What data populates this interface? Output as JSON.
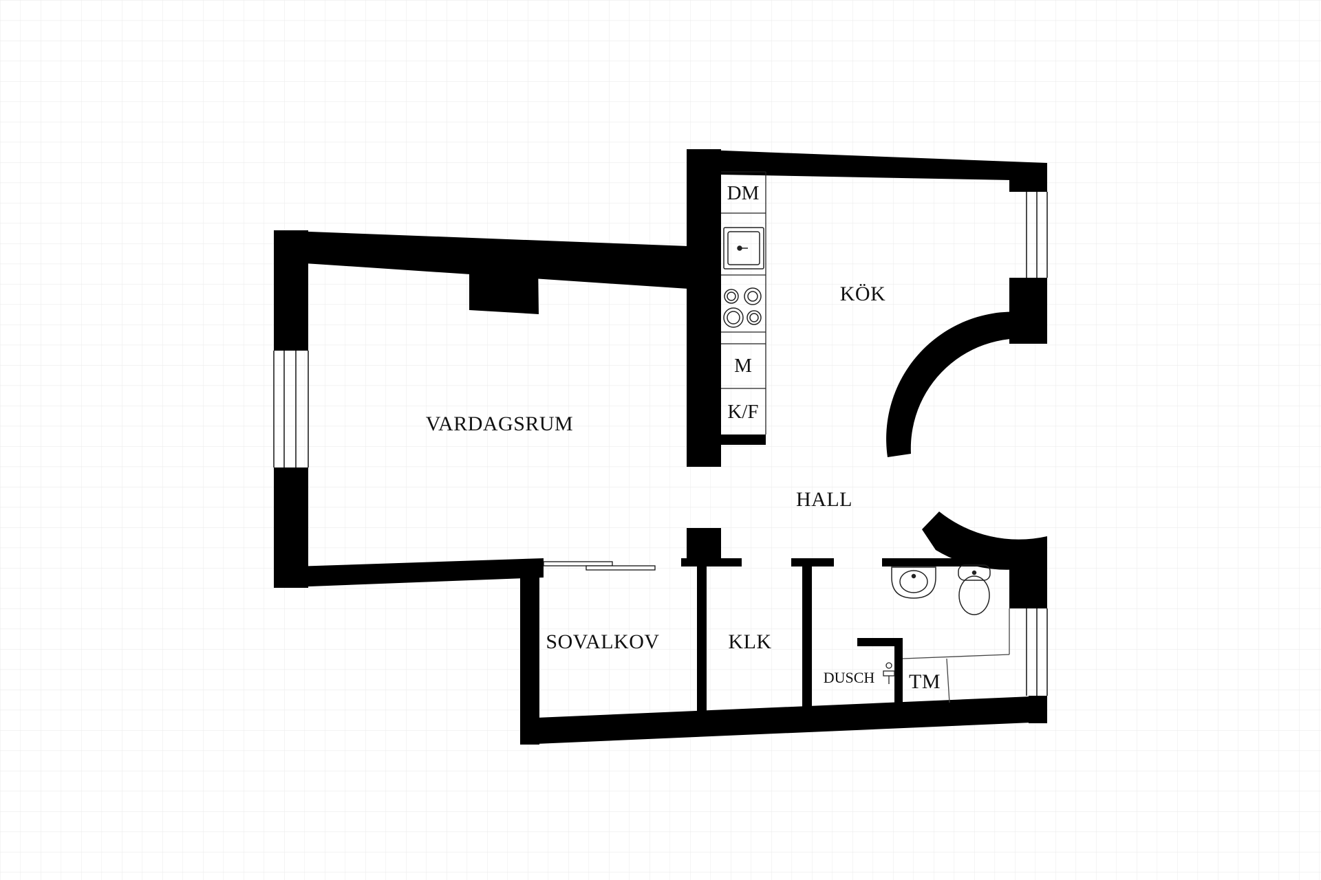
{
  "plan": {
    "rooms": {
      "kok": "KÖK",
      "vardagsrum": "VARDAGSRUM",
      "hall": "HALL",
      "sovalkov": "SOVALKOV",
      "klk": "KLK",
      "dusch": "DUSCH",
      "tm": "TM"
    },
    "fixtures": {
      "dm": "DM",
      "m": "M",
      "kf": "K/F"
    },
    "colors": {
      "wall": "#000000",
      "grid": "#ececec",
      "background": "#ffffff",
      "fixture_line": "#222222"
    },
    "icons": [
      "kitchen-sink-icon",
      "stove-icon",
      "washbasin-icon",
      "toilet-icon",
      "shower-tap-icon"
    ]
  }
}
